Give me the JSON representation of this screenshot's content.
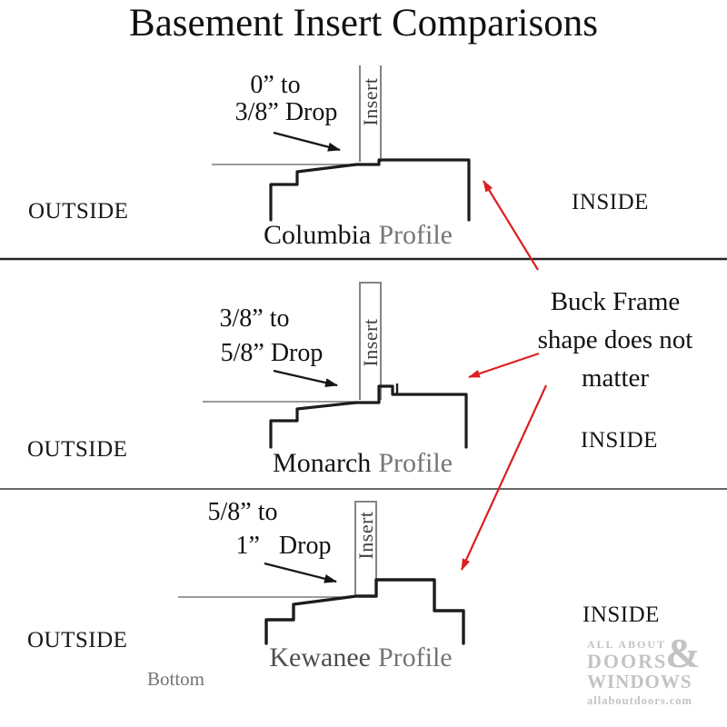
{
  "title": "Basement Insert Comparisons",
  "colors": {
    "profile_line": "#1c1c1c",
    "channel_line": "#848484",
    "ground_line": "#5f5f5f",
    "red_arrow": "#dc1f1f",
    "gray_text": "#757575",
    "logo_gray": "#c3c3c3"
  },
  "sections": [
    {
      "id": "columbia",
      "drop_line1": "0” to",
      "drop_line2": "3/8” Drop",
      "insert_label": "Insert",
      "outside_label": "OUTSIDE",
      "inside_label": "INSIDE",
      "profile_name": "Columbia",
      "profile_word": "Profile"
    },
    {
      "id": "monarch",
      "drop_line1": "3/8” to",
      "drop_line2": "5/8” Drop",
      "insert_label": "Insert",
      "outside_label": "OUTSIDE",
      "inside_label": "INSIDE",
      "profile_name": "Monarch",
      "profile_word": "Profile"
    },
    {
      "id": "kewanee",
      "drop_line1": "5/8” to",
      "drop_line2": "1”   Drop",
      "insert_label": "Insert",
      "outside_label": "OUTSIDE",
      "inside_label": "INSIDE",
      "profile_name": "Kewanee",
      "profile_word": "Profile"
    }
  ],
  "note": {
    "line1": "Buck Frame",
    "line2": "shape does not",
    "line3": "matter"
  },
  "bottom_label": "Bottom",
  "logo": {
    "line1": "ALL ABOUT",
    "line2": "DOORS",
    "amp": "&",
    "line3": "WINDOWS",
    "domain": "allaboutdoors.com"
  }
}
